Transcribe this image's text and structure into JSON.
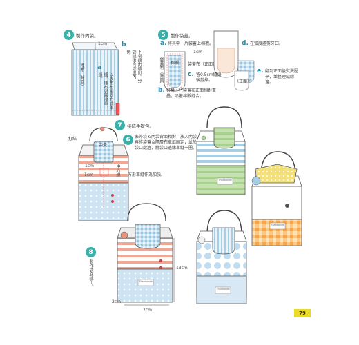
{
  "page_number": "79",
  "steps": [
    {
      "num": "4",
      "label": "製作內袋。"
    },
    {
      "num": "5",
      "label": "製作袋蓋。"
    },
    {
      "num": "6",
      "label": "表外袋＆內袋背面相對，放入內袋，再將袋蓋＆隔層布車縫固定，並於在袋口處邊，將袋口邊緣車縫一圈。"
    },
    {
      "num": "7",
      "label": "接縫手提包。"
    },
    {
      "num": "8",
      "label": "製作袋底縫份。"
    }
  ],
  "step4": {
    "a_letter": "a",
    "a_text": "以表布布相同方式車縫，樣布袋兩邊車縫。",
    "b_letter": "b",
    "b_text": "下袋翻出縫份，分袋縫後合成邊內側。",
    "label_1cm": "1cm",
    "label_lining": "裡布（背面）"
  },
  "step5": {
    "a_letter": "a.",
    "a_text": "將其中一片袋蓋上棉襯。",
    "label_1cm": "1cm",
    "label_interfacing": "棉襯",
    "label_cover_front": "袋蓋布（正面）",
    "label_cover_back": "袋蓋布（背面）",
    "c_letter": "c.",
    "c_text": "留0.5cm縫份後剪掉。",
    "b_letter": "b.",
    "b_text": "與另一片袋蓋布正面相對重疊，沿著棉襯縫合。",
    "d_letter": "d.",
    "d_text": "在弧度處剪牙口。",
    "e_letter": "e.",
    "e_text": "翻到正面後熨燙壓平，並整理縫線邊。",
    "label_front": "（正面）"
  },
  "step6": {
    "label_snap": "打結",
    "label_center": "中央",
    "label_1cm_a": "1cm",
    "label_1cm_b": "1cm",
    "label_fold": "方形車縫作為加強。",
    "label_center_line": "中心線"
  },
  "step8": {
    "label_13cm": "13cm",
    "label_2cm": "2cm",
    "label_7cm": "7cm"
  },
  "bag_tags": [
    "Thankonde",
    "Thankonde",
    "Thankonde",
    "Thankonde"
  ],
  "colors": {
    "teal": "#3ab0a8",
    "letter_blue": "#2a8aa8",
    "stripe_blue": "#a6cfe6",
    "light_blue": "#cfe4f2",
    "coral": "#e7957f",
    "green": "#a9d08f",
    "orange_check": "#f2b46b",
    "yellow_tab": "#eadb2a",
    "outline": "#555555"
  }
}
